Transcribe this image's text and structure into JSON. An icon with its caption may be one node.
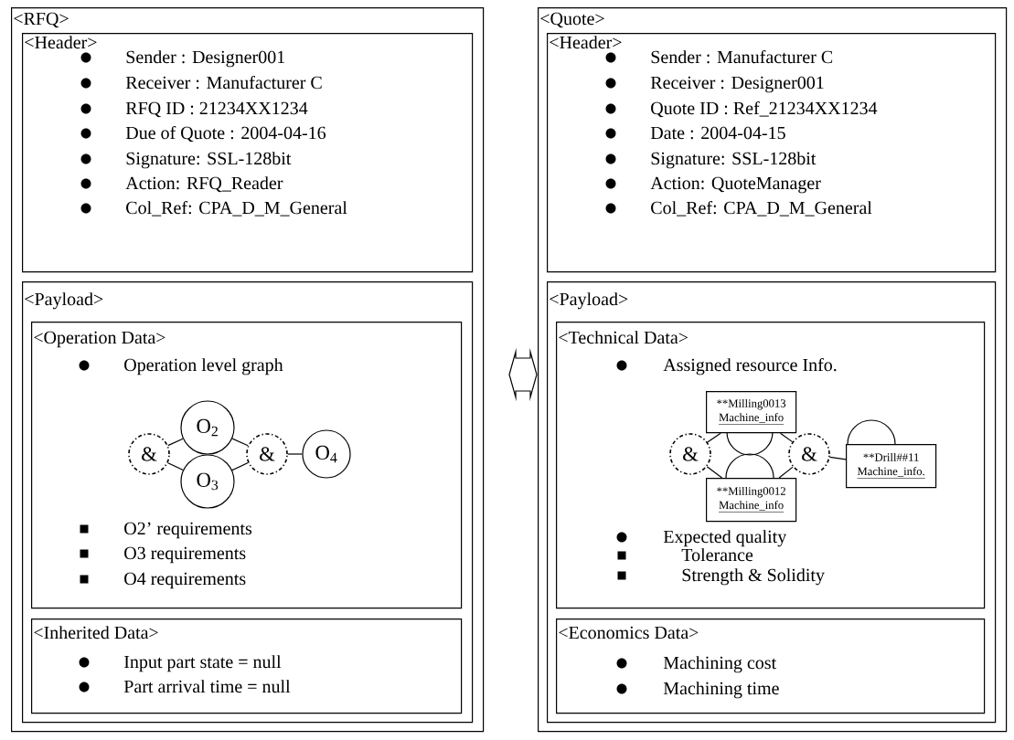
{
  "diagram": {
    "nodes": [
      {
        "text": [
          "<RFQ>"
        ]
      },
      {
        "text": [
          "<Header>",
          "Sender : Designer001",
          "Receiver : Manufacturer C",
          "RFQ ID : 21234XX1234",
          "Due of Quote : 2004-04-16",
          "Signature: SSL-128bit",
          "Action: RFQ_Reader",
          "Col_Ref: CPA_D_M_General"
        ],
        "in": 0
      },
      {
        "text": [
          "<Payload>"
        ],
        "in": 0
      },
      {
        "text": [
          "<Operation Data>",
          "Operation level graph",
          "O2’ requirements",
          "O3 requirements",
          "O4 requirements"
        ],
        "in": 2
      },
      {
        "text": [
          "&"
        ],
        "in": 3
      },
      {
        "text": [
          "O$_{2}$"
        ],
        "in": 3
      },
      {
        "text": [
          "O$_{3}$"
        ],
        "in": 3
      },
      {
        "text": [
          "&"
        ],
        "in": 3
      },
      {
        "text": [
          "O$_{4}$"
        ],
        "in": 3
      },
      {
        "text": [
          "<Inherited Data>",
          "Input part state = null",
          "Part arrival time = null"
        ],
        "in": 2
      },
      {
        "text": [
          "<Quote>"
        ]
      },
      {
        "text": [
          "<Header>",
          "Sender : Manufacturer C",
          "Receiver : Designer001",
          "Quote ID : Ref_21234XX1234",
          "Date : 2004-04-15",
          "Signature: SSL-128bit",
          "Action: QuoteManager",
          "Col_Ref: CPA_D_M_General"
        ],
        "in": 10
      },
      {
        "text": [
          "<Payload>"
        ],
        "in": 10
      },
      {
        "text": [
          "<Technical Data>",
          "Assigned resource Info.",
          "Expected quality",
          "Tolerance",
          "Strength & Solidity"
        ],
        "in": 12
      },
      {
        "text": [
          "&"
        ],
        "in": 13
      },
      {
        "text": [
          "**Milling0013",
          "Machine_info"
        ],
        "in": 13
      },
      {
        "text": [
          "**Milling0012",
          "Machine_info"
        ],
        "in": 13
      },
      {
        "text": [
          "&"
        ],
        "in": 13
      },
      {
        "text": [
          "**Drill##11",
          "Machine_info."
        ],
        "in": 13
      },
      {
        "text": [
          "<Economics Data>",
          "Machining cost",
          "Machining time"
        ],
        "in": 12
      }
    ],
    "edges": [
      {
        "from": 4,
        "to": 5,
        "arrow": "none"
      },
      {
        "from": 4,
        "to": 6,
        "arrow": "none"
      },
      {
        "from": 5,
        "to": 7,
        "arrow": "none"
      },
      {
        "from": 6,
        "to": 7,
        "arrow": "none"
      },
      {
        "from": 7,
        "to": 8,
        "arrow": "none"
      },
      {
        "from": 14,
        "to": 15,
        "arrow": "none"
      },
      {
        "from": 14,
        "to": 16,
        "arrow": "none"
      },
      {
        "from": 15,
        "to": 17,
        "arrow": "none"
      },
      {
        "from": 16,
        "to": 17,
        "arrow": "none"
      },
      {
        "from": 17,
        "to": 18,
        "arrow": "none"
      },
      {
        "from": 0,
        "to": 10,
        "arrow": "both"
      }
    ]
  }
}
